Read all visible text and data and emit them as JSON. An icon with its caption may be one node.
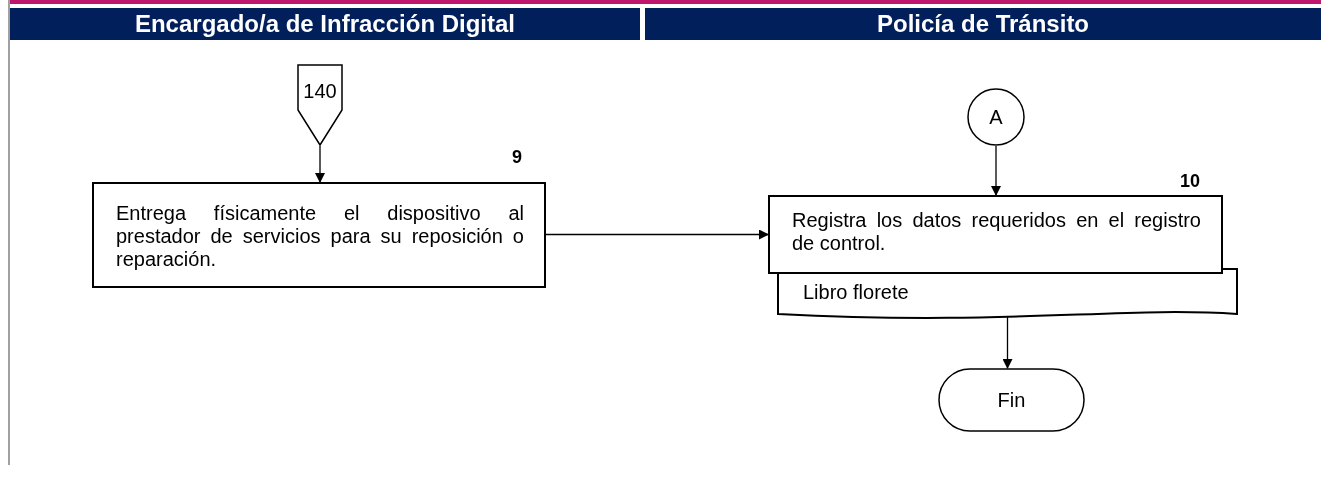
{
  "diagram": {
    "nodes": [
      {
        "text": [
          "Encargado/a de Infracción Digital"
        ]
      },
      {
        "text": [
          "Policía de Tránsito"
        ]
      },
      {
        "text": [
          "140"
        ]
      },
      {
        "text": [
          "Entrega físicamente el dispositivo al prestador de servicios para su reposición o reparación."
        ],
        "beside": [
          "9"
        ]
      },
      {
        "text": [
          "A"
        ]
      },
      {
        "text": [
          "Registra los datos requeridos en el registro de control."
        ],
        "beside": [
          "10"
        ]
      },
      {
        "text": [
          "Libro florete"
        ]
      },
      {
        "text": [
          "Fin"
        ]
      }
    ],
    "edges": [
      {
        "from": 2,
        "to": 3,
        "arrow": "to"
      },
      {
        "from": 3,
        "to": 5,
        "arrow": "to"
      },
      {
        "from": 4,
        "to": 5,
        "arrow": "to"
      },
      {
        "from": 6,
        "to": 7,
        "arrow": "to"
      }
    ]
  }
}
